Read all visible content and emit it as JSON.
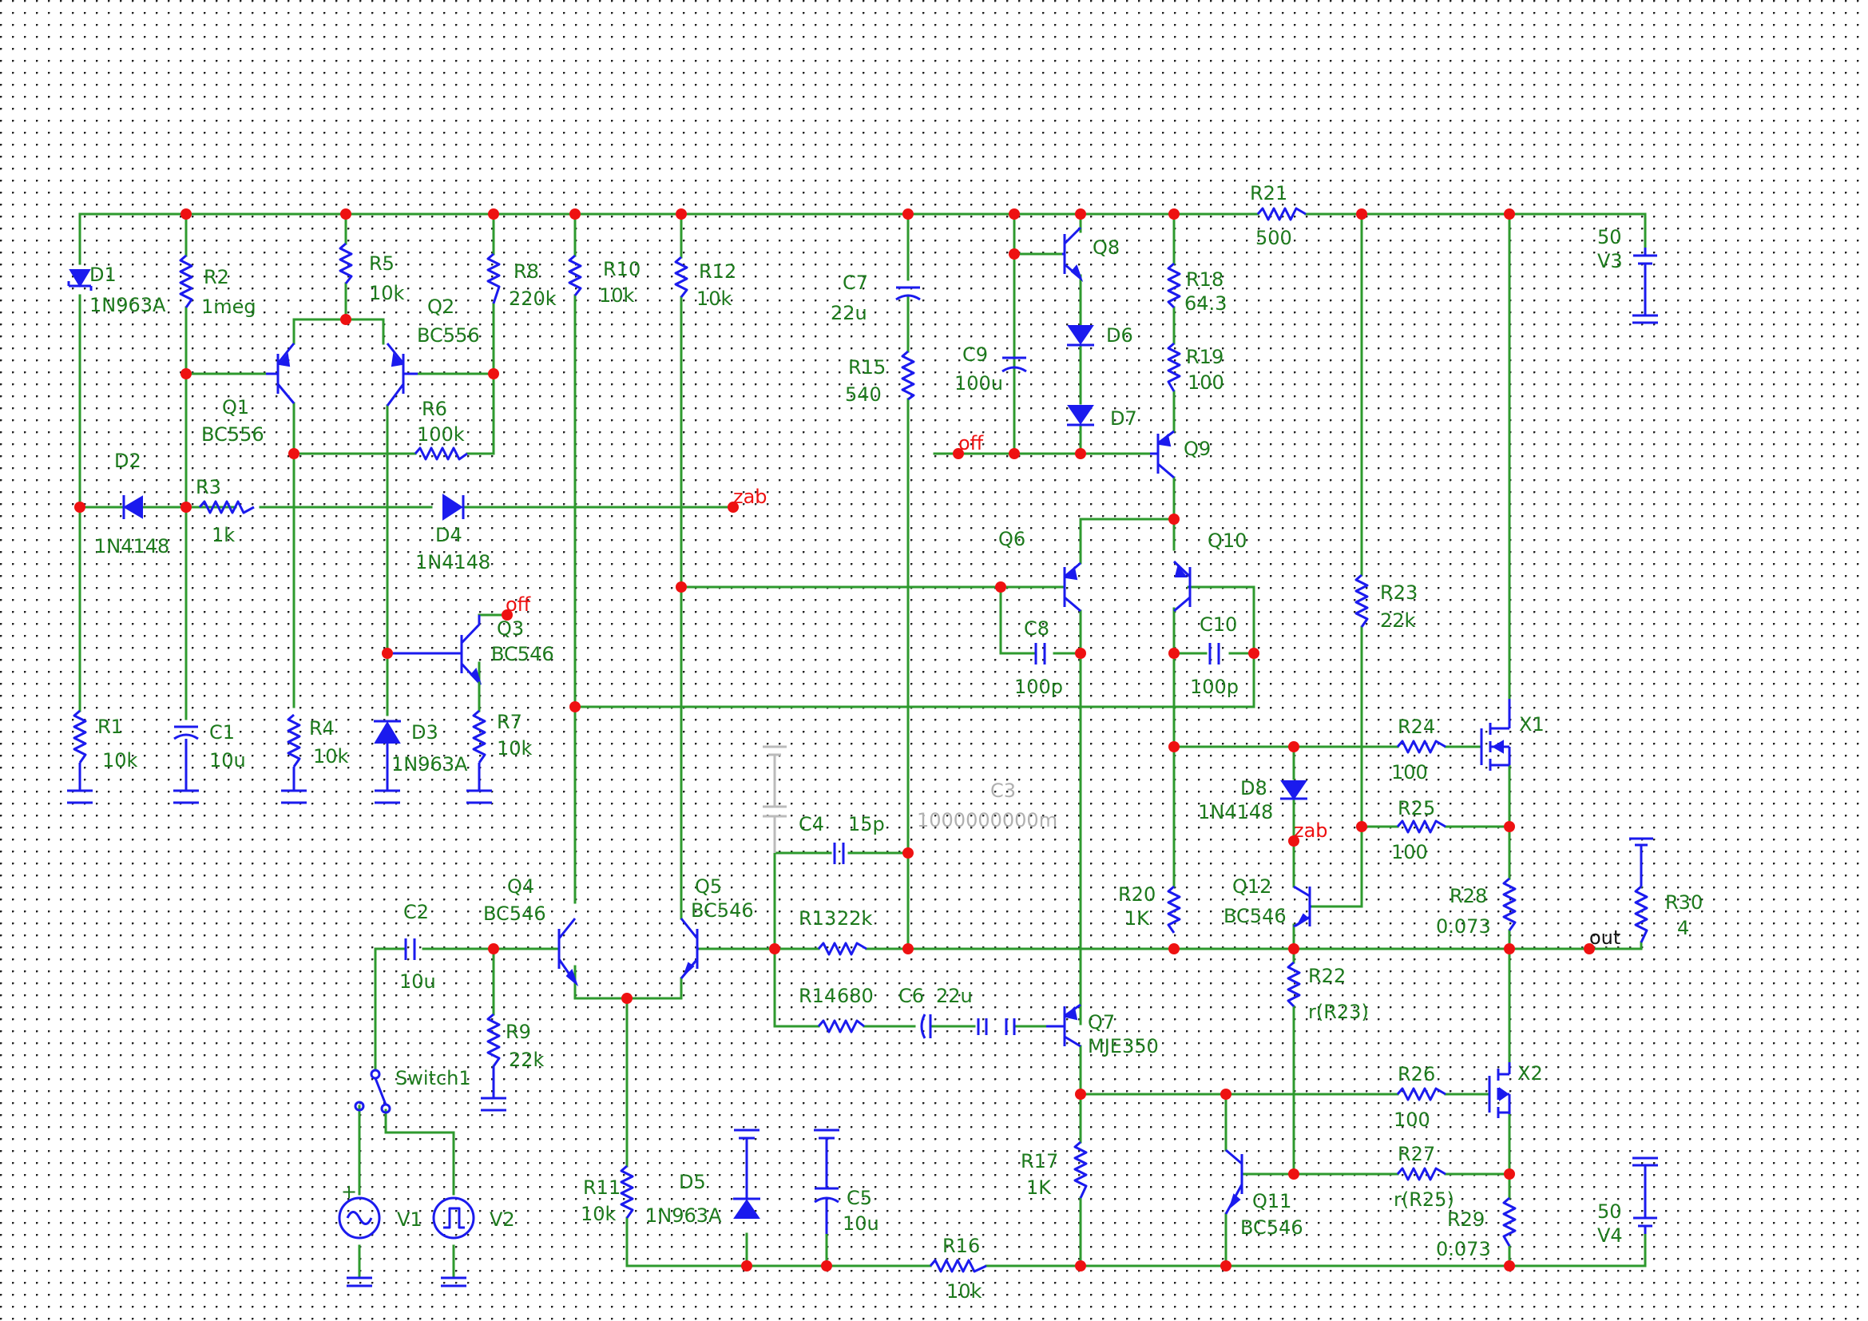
{
  "components": {
    "D1": {
      "ref": "D1",
      "value": "1N963A"
    },
    "D2": {
      "ref": "D2",
      "value": "1N4148"
    },
    "D3": {
      "ref": "D3",
      "value": "1N963A"
    },
    "D4": {
      "ref": "D4",
      "value": "1N4148"
    },
    "D5": {
      "ref": "D5",
      "value": "1N963A"
    },
    "D6": {
      "ref": "D6"
    },
    "D7": {
      "ref": "D7"
    },
    "D8": {
      "ref": "D8",
      "value": "1N4148"
    },
    "R1": {
      "ref": "R1",
      "value": "10k"
    },
    "R2": {
      "ref": "R2",
      "value": "1meg"
    },
    "R3": {
      "ref": "R3",
      "value": "1k"
    },
    "R4": {
      "ref": "R4",
      "value": "10k"
    },
    "R5": {
      "ref": "R5",
      "value": "10k"
    },
    "R6": {
      "ref": "R6",
      "value": "100k"
    },
    "R7": {
      "ref": "R7",
      "value": "10k"
    },
    "R8": {
      "ref": "R8",
      "value": "220k"
    },
    "R9": {
      "ref": "R9",
      "value": "22k"
    },
    "R10": {
      "ref": "R10",
      "value": "10k"
    },
    "R11": {
      "ref": "R11",
      "value": "10k"
    },
    "R12": {
      "ref": "R12",
      "value": "10k"
    },
    "R13": {
      "ref": "R13",
      "value": "22k"
    },
    "R14": {
      "ref": "R14",
      "value": "680"
    },
    "R15": {
      "ref": "R15",
      "value": "540"
    },
    "R16": {
      "ref": "R16",
      "value": "10k"
    },
    "R17": {
      "ref": "R17",
      "value": "1K"
    },
    "R18": {
      "ref": "R18",
      "value": "64.3"
    },
    "R19": {
      "ref": "R19",
      "value": "100"
    },
    "R20": {
      "ref": "R20",
      "value": "1K"
    },
    "R21": {
      "ref": "R21",
      "value": "500"
    },
    "R22": {
      "ref": "R22",
      "value": "r(R23)"
    },
    "R23": {
      "ref": "R23",
      "value": "22k"
    },
    "R24": {
      "ref": "R24",
      "value": "100"
    },
    "R25": {
      "ref": "R25",
      "value": "100"
    },
    "R26": {
      "ref": "R26",
      "value": "100"
    },
    "R27": {
      "ref": "R27",
      "value": "r(R25)"
    },
    "R28": {
      "ref": "R28",
      "value": "0.073"
    },
    "R29": {
      "ref": "R29",
      "value": "0.073"
    },
    "R30": {
      "ref": "R30",
      "value": "4"
    },
    "C1": {
      "ref": "C1",
      "value": "10u"
    },
    "C2": {
      "ref": "C2",
      "value": "10u"
    },
    "C3": {
      "ref": "C3",
      "value": "1000000000m"
    },
    "C4": {
      "ref": "C4",
      "value": "15p"
    },
    "C5": {
      "ref": "C5",
      "value": "10u"
    },
    "C6": {
      "ref": "C6",
      "value": "22u"
    },
    "C7": {
      "ref": "C7",
      "value": "22u"
    },
    "C8": {
      "ref": "C8",
      "value": "100p"
    },
    "C9": {
      "ref": "C9",
      "value": "100u"
    },
    "C10": {
      "ref": "C10",
      "value": "100p"
    },
    "Q1": {
      "ref": "Q1",
      "value": "BC556"
    },
    "Q2": {
      "ref": "Q2",
      "value": "BC556"
    },
    "Q3": {
      "ref": "Q3",
      "value": "BC546"
    },
    "Q4": {
      "ref": "Q4",
      "value": "BC546"
    },
    "Q5": {
      "ref": "Q5",
      "value": "BC546"
    },
    "Q6": {
      "ref": "Q6"
    },
    "Q7": {
      "ref": "Q7",
      "value": "MJE350"
    },
    "Q8": {
      "ref": "Q8"
    },
    "Q9": {
      "ref": "Q9"
    },
    "Q10": {
      "ref": "Q10"
    },
    "Q11": {
      "ref": "Q11",
      "value": "BC546"
    },
    "Q12": {
      "ref": "Q12",
      "value": "BC546"
    },
    "X1": {
      "ref": "X1"
    },
    "X2": {
      "ref": "X2"
    },
    "V1": {
      "ref": "V1"
    },
    "V2": {
      "ref": "V2"
    },
    "V3": {
      "ref": "V3",
      "value": "50"
    },
    "V4": {
      "ref": "V4",
      "value": "50"
    },
    "Switch1": {
      "ref": "Switch1"
    }
  },
  "nets": {
    "zab": "zab",
    "off": "off",
    "out": "out"
  }
}
